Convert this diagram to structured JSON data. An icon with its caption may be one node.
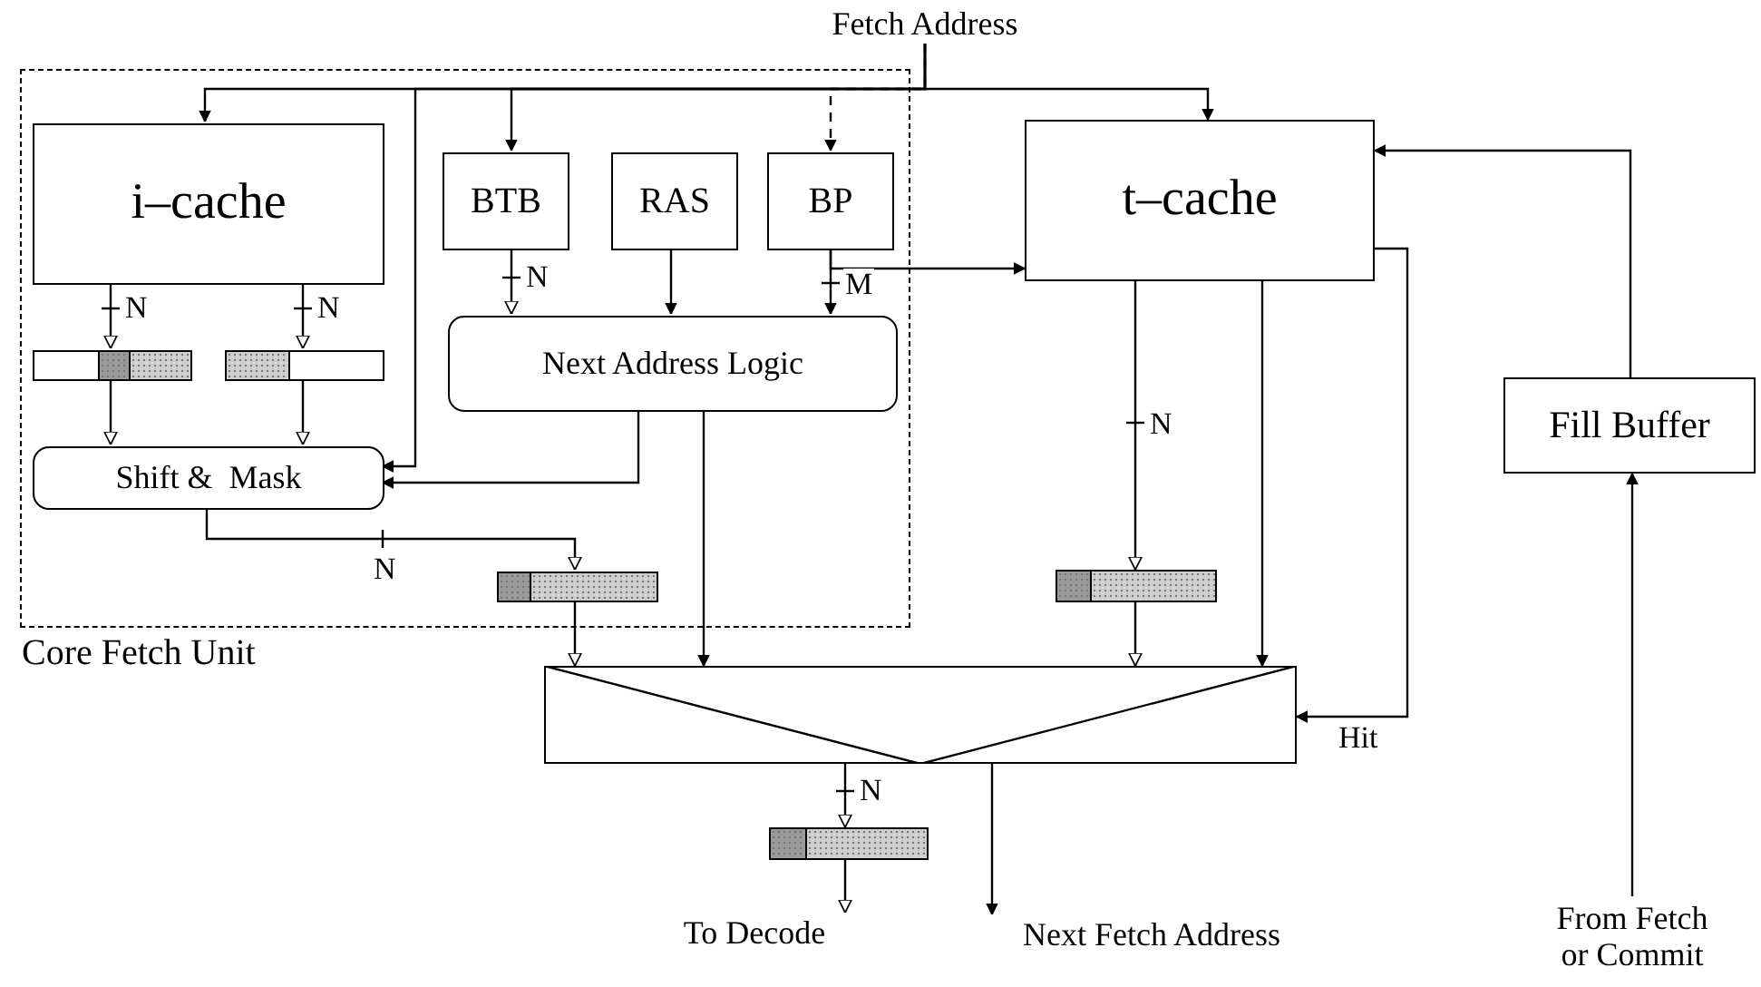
{
  "diagram": {
    "nodes": [
      {
        "text": [
          "Core Fetch Unit"
        ]
      },
      {
        "text": [
          "Fetch Address"
        ]
      },
      {
        "text": [
          "i–cache"
        ],
        "in": 0
      },
      {
        "text": [
          "BTB"
        ],
        "in": 0
      },
      {
        "text": [
          "RAS"
        ],
        "in": 0
      },
      {
        "text": [
          "BP"
        ],
        "in": 0
      },
      {
        "text": [],
        "shape": "bar",
        "in": 0
      },
      {
        "text": [],
        "shape": "bar",
        "in": 0
      },
      {
        "text": [
          "Next Address Logic"
        ],
        "in": 0
      },
      {
        "text": [
          "Shift &  Mask"
        ],
        "in": 0
      },
      {
        "text": [],
        "shape": "bar",
        "in": 0
      },
      {
        "text": [
          "t–cache"
        ]
      },
      {
        "text": [
          "Fill Buffer"
        ]
      },
      {
        "text": [],
        "shape": "bar"
      },
      {
        "text": [],
        "shape": "box"
      },
      {
        "text": [],
        "shape": "bar"
      },
      {
        "text": [
          "To Decode"
        ]
      },
      {
        "text": [
          "Next Fetch Address"
        ]
      },
      {
        "text": [
          "From Fetch or Commit"
        ]
      }
    ],
    "edges": [
      {
        "from": 1,
        "to": 2,
        "arrow": "to"
      },
      {
        "from": 1,
        "to": 9,
        "arrow": "to"
      },
      {
        "from": 1,
        "to": 3,
        "arrow": "to"
      },
      {
        "from": 1,
        "to": 5,
        "arrow": "to",
        "style": "dashed"
      },
      {
        "from": 1,
        "to": 11,
        "arrow": "to"
      },
      {
        "from": 2,
        "to": 6,
        "arrow": "to",
        "label": "N"
      },
      {
        "from": 2,
        "to": 7,
        "arrow": "to",
        "label": "N"
      },
      {
        "from": 6,
        "to": 9,
        "arrow": "to"
      },
      {
        "from": 7,
        "to": 9,
        "arrow": "to"
      },
      {
        "from": 3,
        "to": 8,
        "arrow": "to",
        "label": "N"
      },
      {
        "from": 4,
        "to": 8,
        "arrow": "to"
      },
      {
        "from": 5,
        "to": 8,
        "arrow": "to",
        "label": "M"
      },
      {
        "from": 5,
        "to": 11,
        "arrow": "to"
      },
      {
        "from": 8,
        "to": 9,
        "arrow": "to"
      },
      {
        "from": 8,
        "to": 14,
        "arrow": "to"
      },
      {
        "from": 9,
        "to": 10,
        "arrow": "to",
        "label": "N"
      },
      {
        "from": 10,
        "to": 14,
        "arrow": "to"
      },
      {
        "from": 11,
        "to": 13,
        "arrow": "to",
        "label": "N"
      },
      {
        "from": 13,
        "to": 14,
        "arrow": "to"
      },
      {
        "from": 11,
        "to": 14,
        "arrow": "to"
      },
      {
        "from": 11,
        "to": 14,
        "arrow": "to",
        "label": "Hit"
      },
      {
        "from": 12,
        "to": 11,
        "arrow": "to"
      },
      {
        "from": 18,
        "to": 12,
        "arrow": "to"
      },
      {
        "from": 14,
        "to": 15,
        "arrow": "to",
        "label": "N"
      },
      {
        "from": 15,
        "to": 16,
        "arrow": "to"
      },
      {
        "from": 14,
        "to": 17,
        "arrow": "to"
      }
    ]
  }
}
